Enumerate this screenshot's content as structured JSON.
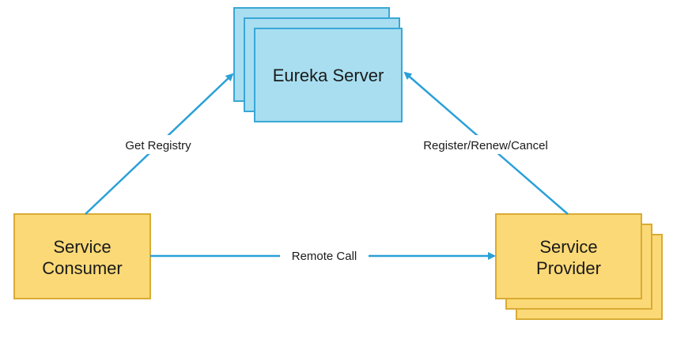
{
  "colors": {
    "server_fill": "#a8def0",
    "server_stroke": "#3aa7d6",
    "service_fill": "#fbd976",
    "service_stroke": "#d9ab35",
    "arrow": "#2aa0d8",
    "text": "#1a1a1a"
  },
  "nodes": {
    "eureka_server": {
      "label": "Eureka Server"
    },
    "service_consumer": {
      "label_line1": "Service",
      "label_line2": "Consumer"
    },
    "service_provider": {
      "label_line1": "Service",
      "label_line2": "Provider"
    }
  },
  "edges": {
    "get_registry": {
      "label": "Get Registry"
    },
    "register_renew_cancel": {
      "label": "Register/Renew/Cancel"
    },
    "remote_call": {
      "label": "Remote Call"
    }
  }
}
